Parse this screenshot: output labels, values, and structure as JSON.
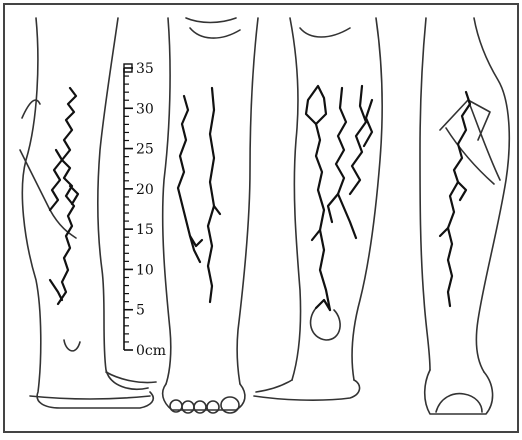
{
  "scale": {
    "ticks": [
      {
        "value": 35,
        "label": "35"
      },
      {
        "value": 30,
        "label": "30"
      },
      {
        "value": 25,
        "label": "25"
      },
      {
        "value": 20,
        "label": "20"
      },
      {
        "value": 15,
        "label": "15"
      },
      {
        "value": 10,
        "label": "10"
      },
      {
        "value": 5,
        "label": "5"
      },
      {
        "value": 0,
        "label": "0cm"
      }
    ],
    "range": [
      0,
      35
    ],
    "minor_step": 1,
    "major_step": 5
  },
  "views": [
    {
      "id": "lateral-left"
    },
    {
      "id": "anterior"
    },
    {
      "id": "posterior"
    },
    {
      "id": "lateral-right"
    }
  ]
}
